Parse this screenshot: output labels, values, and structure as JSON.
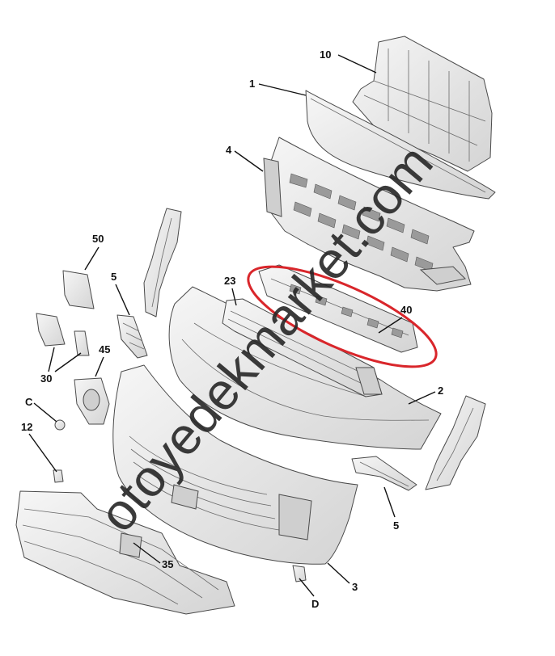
{
  "callouts": [
    "10",
    "1",
    "4",
    "50",
    "5",
    "23",
    "40",
    "45",
    "30",
    "2",
    "C",
    "12",
    "5",
    "35",
    "3",
    "D"
  ],
  "watermark": "otoyedekmarket.com",
  "colors": {
    "highlight": "#d9262b",
    "part_light": "#f4f4f4",
    "part_shade": "#d6d6d6",
    "line": "#111111"
  }
}
